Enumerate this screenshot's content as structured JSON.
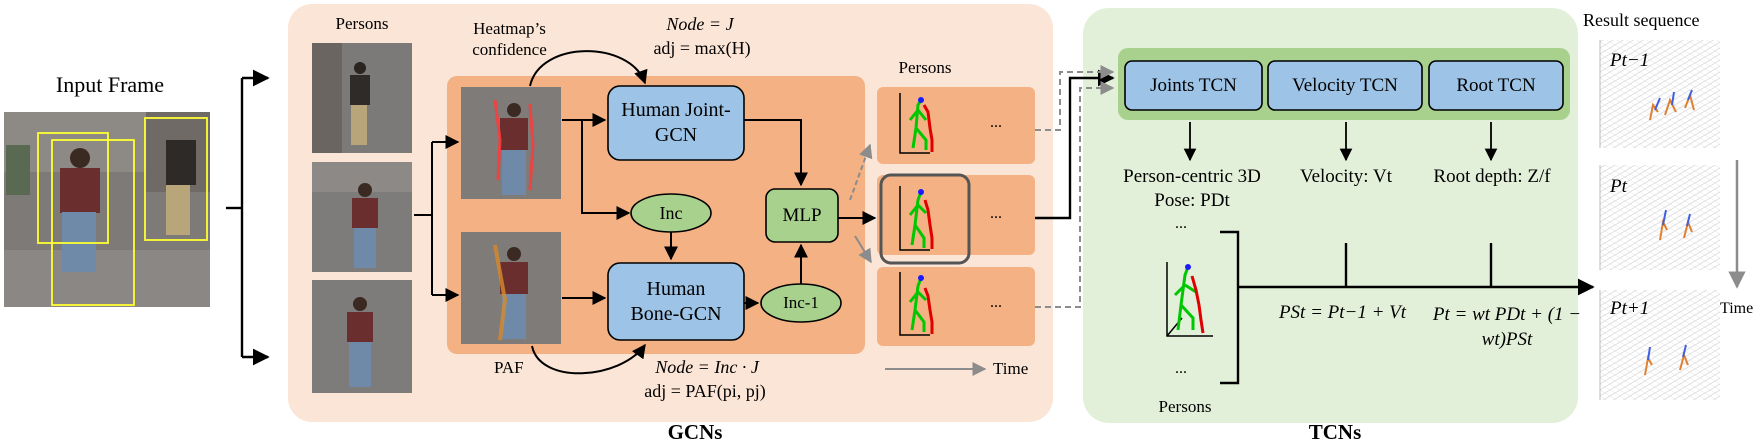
{
  "input": {
    "title": "Input Frame"
  },
  "gcn": {
    "persons_label": "Persons",
    "heatmap_label": "Heatmap’s confidence",
    "node_top": "Node = J",
    "adj_top": "adj = max(H)",
    "joint_gcn": "Human Joint-GCN",
    "bone_gcn": "Human Bone-GCN",
    "inc": "Inc",
    "inc_inv": "Inc-1",
    "mlp": "MLP",
    "paf": "PAF",
    "node_bottom": "Node = Inc · J",
    "adj_bottom": "adj = PAF(pi, pj)",
    "out_persons": "Persons",
    "ellipsis": "...",
    "time": "Time",
    "caption": "GCNs"
  },
  "tcn": {
    "joints": "Joints TCN",
    "velocity": "Velocity TCN",
    "root": "Root TCN",
    "pose_label": "Person-centric 3D Pose: PDt",
    "velocity_out": "Velocity: Vt",
    "root_out": "Root depth: Z/f",
    "ellipsis": "...",
    "persons": "Persons",
    "eq1": "PSt = Pt−1 + Vt",
    "eq2": "Pt = wt PDt + (1 − wt)PSt",
    "caption": "TCNs"
  },
  "result": {
    "title": "Result sequence",
    "p_prev": "Pt−1",
    "p_cur": "Pt",
    "p_next": "Pt+1",
    "time": "Time"
  },
  "colors": {
    "gcn_bg": "#fbe5d6",
    "gcn_inner": "#f4b183",
    "blue_box": "#9dc3e6",
    "green_box": "#a9d18e",
    "tcn_bg": "#e2f0d9",
    "tcn_bar": "#a9d18e"
  }
}
